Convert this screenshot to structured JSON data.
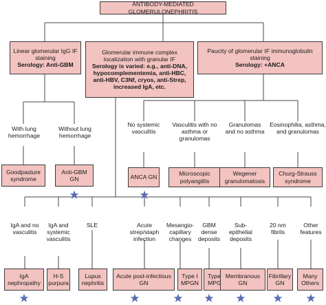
{
  "root": {
    "label": "ANTIBODY-MEDIATED GLOMERULONEPHRITIS"
  },
  "level1": [
    {
      "id": "linear",
      "text": "Linear glomerular IgG IF staining",
      "serology": "Serology: Anti-GBM"
    },
    {
      "id": "granular",
      "text": "Glomerular immune complex localization with granular IF",
      "serology": "Serology is varied: e.g., anti-DNA, hypocomplementemia, anti-HBC, anti-HBV, C3Nf, cryos, anti-Strep, increased IgA, etc."
    },
    {
      "id": "paucity",
      "text": "Paucity of glomerular IF immunoglobulin staining",
      "serology": "Serology: +ANCA"
    }
  ],
  "level2_labels": [
    {
      "id": "lung",
      "text": "With lung hemorrhage"
    },
    {
      "id": "nolung",
      "text": "Without lung hemorrhage"
    },
    {
      "id": "novasc",
      "text": "No systemic vasculitis"
    },
    {
      "id": "vascnoasthma",
      "text": "Vasculitis with no asthma or granulomas"
    },
    {
      "id": "granulomas",
      "text": "Granulomas and no asthma"
    },
    {
      "id": "eosino",
      "text": "Eosinophilia, asthma, and granulomas"
    }
  ],
  "level2_boxes": [
    {
      "id": "goodpasture",
      "text": "Goodpasture syndrome",
      "star": false
    },
    {
      "id": "antigbm",
      "text": "Anti-GBM GN",
      "star": true
    },
    {
      "id": "anca",
      "text": "ANCA GN",
      "star": true
    },
    {
      "id": "micro",
      "text": "Microscopic polyangiitis",
      "star": false
    },
    {
      "id": "wegener",
      "text": "Wegener granulomatosis",
      "star": false
    },
    {
      "id": "churg",
      "text": "Churg-Strauss syndrome",
      "star": false
    }
  ],
  "level3_labels": [
    {
      "id": "iganovasc",
      "text": "IgA and no vasculitis"
    },
    {
      "id": "igasys",
      "text": "IgA and systemic vasculitis"
    },
    {
      "id": "sle",
      "text": "SLE"
    },
    {
      "id": "strep",
      "text": "Acute strep/staph infection"
    },
    {
      "id": "mesangio",
      "text": "Mesangio-capillary changes"
    },
    {
      "id": "gbmdense",
      "text": "GBM dense deposits"
    },
    {
      "id": "subepi",
      "text": "Sub-epithelial deposits"
    },
    {
      "id": "fibrils",
      "text": "20 nm fibrils"
    },
    {
      "id": "other",
      "text": "Other features"
    }
  ],
  "level3_boxes": [
    {
      "id": "iganeph",
      "text": "IgA nephropathy",
      "star": true
    },
    {
      "id": "hs",
      "text": "H-S purpura",
      "star": false
    },
    {
      "id": "lupus",
      "text": "Lupus nephritis",
      "star": false
    },
    {
      "id": "postinf",
      "text": "Acute post-infectious GN",
      "star": true
    },
    {
      "id": "type1",
      "text": "Type I MPGN",
      "star": true
    },
    {
      "id": "type2",
      "text": "Type II MPGN",
      "star": true
    },
    {
      "id": "membranous",
      "text": "Membranous GN",
      "star": true
    },
    {
      "id": "fibrillary",
      "text": "Fibrillary GN",
      "star": true
    },
    {
      "id": "many",
      "text": "Many Others",
      "star": true
    }
  ],
  "colors": {
    "box_fill": "#f2c3c0",
    "border": "#3a3a3a",
    "star": "#5b6bb5"
  },
  "icons": {
    "star": "star-icon"
  }
}
